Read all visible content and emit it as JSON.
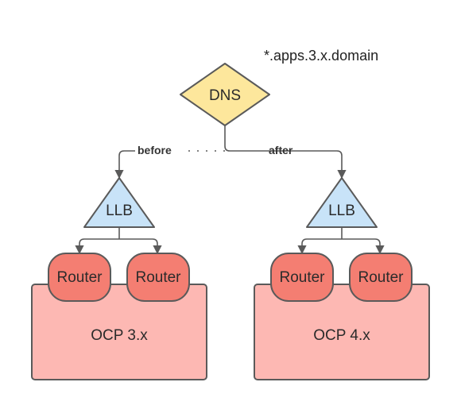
{
  "domain_label": "*.apps.3.x.domain",
  "dns": {
    "label": "DNS",
    "fill": "#fde79c"
  },
  "edges": {
    "before": "before",
    "after": "after"
  },
  "llb_label": "LLB",
  "router_label": "Router",
  "clusters": [
    {
      "label": "OCP 3.x"
    },
    {
      "label": "OCP 4.x"
    }
  ],
  "colors": {
    "llb_fill": "#c8e3f8",
    "router_fill": "#f47e72",
    "cluster_fill": "#fdb8b3",
    "stroke": "#5a5a5a"
  }
}
